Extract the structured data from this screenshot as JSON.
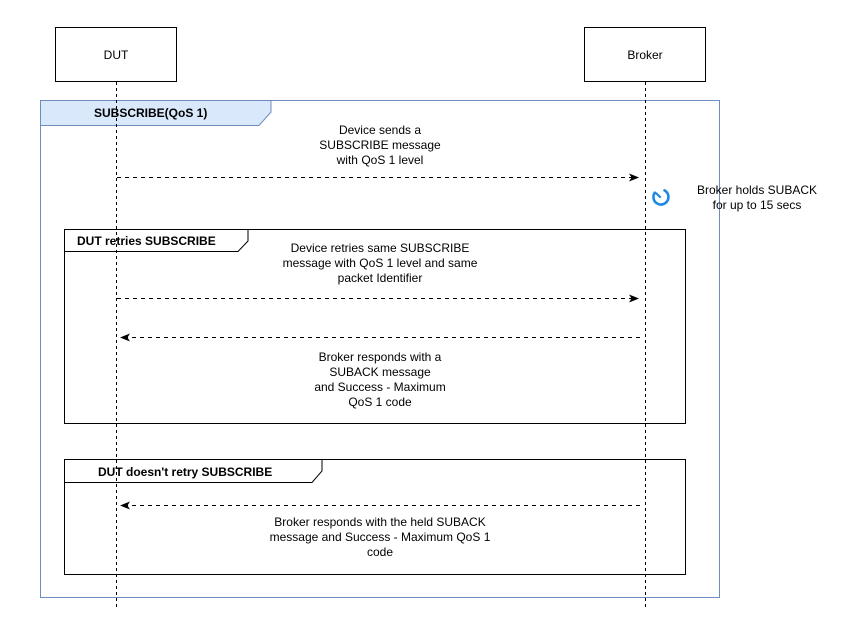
{
  "participants": {
    "dut": "DUT",
    "broker": "Broker"
  },
  "outer_frame": {
    "title": "SUBSCRIBE(QoS 1)",
    "msg_send": "Device sends a\nSUBSCRIBE message\nwith QoS 1 level",
    "note_hold": "Broker holds SUBACK\nfor up to 15 secs"
  },
  "retry_frame": {
    "title": "DUT retries SUBSCRIBE",
    "msg_retry": "Device retries same SUBSCRIBE\nmessage with QoS 1 level and same\npacket Identifier",
    "msg_response": "Broker responds with a\nSUBACK message\nand Success - Maximum\nQoS 1  code"
  },
  "noretry_frame": {
    "title": "DUT doesn't retry SUBSCRIBE",
    "msg_response": "Broker responds with the held SUBACK\nmessage and Success - Maximum QoS 1\ncode"
  },
  "colors": {
    "outer_border": "#6c8ebf",
    "outer_tab_fill": "#dae8fc",
    "timer_icon": "#1e88e5"
  },
  "icons": {
    "timer": "timer-icon"
  }
}
